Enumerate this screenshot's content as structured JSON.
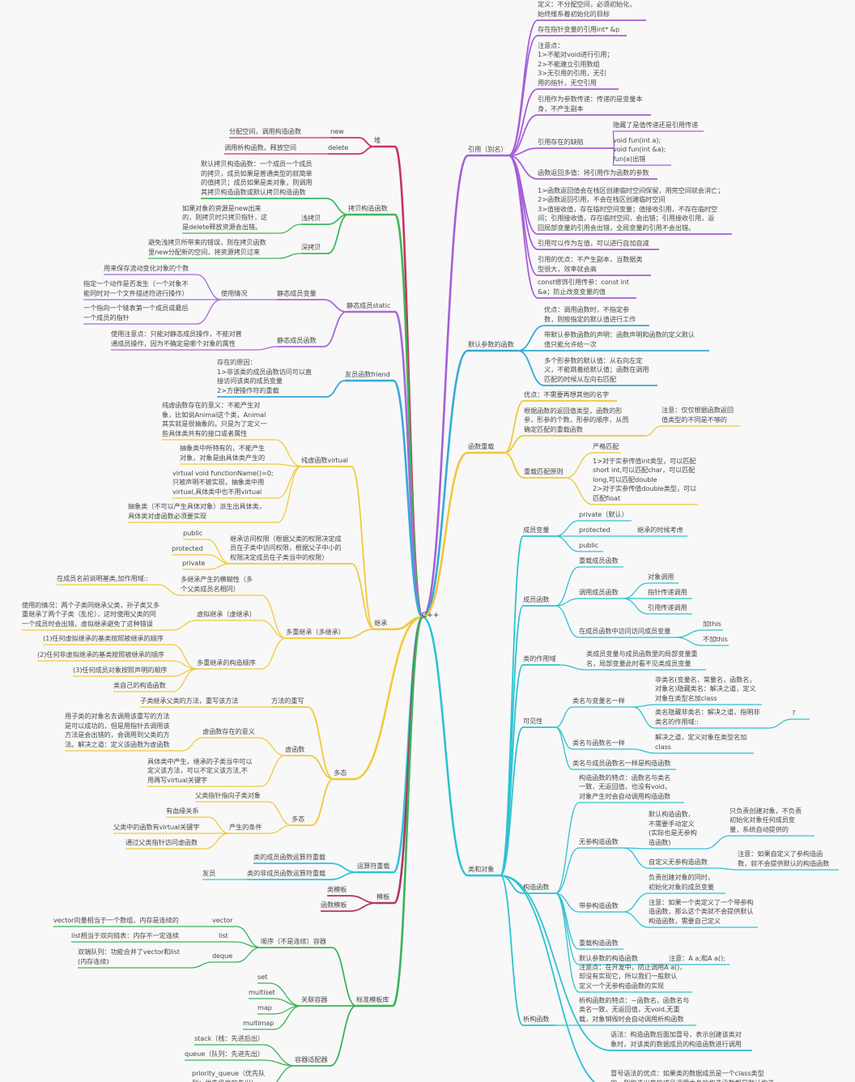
{
  "root": {
    "id": "root",
    "text": "C++"
  },
  "colors": {
    "ref": "#a55ed8",
    "def": "#37a8d8",
    "ovl": "#f0c63a",
    "cls": "#2ec2d2",
    "heap": "#c8335e",
    "copy": "#3db85a",
    "stat": "#a867d8",
    "friend": "#35a9dd",
    "inh": "#f2c93b",
    "op": "#2fc6d6",
    "tpl": "#b33462",
    "stl": "#3cb35a"
  },
  "nodes": [
    {
      "id": "ref",
      "text": "引用（别名）",
      "parent": "root",
      "color": "ref"
    },
    {
      "id": "r1",
      "text": "定义：不分配空间，必须初始化，\n始终维系着初始化的目标",
      "parent": "ref",
      "color": "ref"
    },
    {
      "id": "r2",
      "text": "存在指针变量的引用int* &p",
      "parent": "ref",
      "color": "ref"
    },
    {
      "id": "r3",
      "text": "注意点：\n1>不能对void进行引用；\n2>不能建立引用数组\n3>无引用的引用，无引\n用的指针，无空引用",
      "parent": "ref",
      "color": "ref"
    },
    {
      "id": "r4",
      "text": "引用作为参数传递：传递的是变量本\n身，不产生副本",
      "parent": "ref",
      "color": "ref"
    },
    {
      "id": "r5",
      "text": "引用存在的缺陷",
      "parent": "ref",
      "color": "ref"
    },
    {
      "id": "r5a",
      "text": "隐藏了是值传递还是引用传递",
      "parent": "r5",
      "color": "ref"
    },
    {
      "id": "r5b",
      "text": "void fun(int a);\nvoid fun(int &a);\nfun(a)出错",
      "parent": "r5",
      "color": "ref"
    },
    {
      "id": "r6",
      "text": "函数返回多值：将引用作为函数的参数",
      "parent": "ref",
      "color": "ref"
    },
    {
      "id": "r7",
      "text": "1>函数返回值会在栈区创建临时空间保留，用完空间就会消亡；\n2>函数返回引用，不会在栈区创建临时空间\n3>值接收值，存在临时空间变量；值接收引用，不存在临时空\n间；引用接收值，存在临时空间，会出错；引用接收引用，返\n回局部变量的引用会出错，全局变量的引用不会出错。",
      "parent": "ref",
      "color": "ref"
    },
    {
      "id": "r8",
      "text": "引用可以作为左值，可以进行自加自减",
      "parent": "ref",
      "color": "ref"
    },
    {
      "id": "r9",
      "text": "引用的优点：不产生副本，当数据类\n型很大，效率就会高",
      "parent": "ref",
      "color": "ref"
    },
    {
      "id": "r10",
      "text": "const修饰引用传参：const int\n&a；防止改变变量的值",
      "parent": "ref",
      "color": "ref"
    },
    {
      "id": "def",
      "text": "默认参数的函数",
      "parent": "root",
      "color": "def"
    },
    {
      "id": "d1",
      "text": "优点：调用函数时，不指定参\n数，则按指定的默认值进行工作",
      "parent": "def",
      "color": "def"
    },
    {
      "id": "d2",
      "text": "带默认参数函数的声明：函数声明和函数的定义默认\n值只能允许给一次",
      "parent": "def",
      "color": "def"
    },
    {
      "id": "d3",
      "text": "多个形参数的默认值：从右向左定\n义，不能跳着给默认值；函数在调用\n匹配的时候从左向右匹配",
      "parent": "def",
      "color": "def"
    },
    {
      "id": "ovl",
      "text": "函数重载",
      "parent": "root",
      "color": "ovl"
    },
    {
      "id": "o1",
      "text": "优点：不需要再想其他的名字",
      "parent": "ovl",
      "color": "ovl"
    },
    {
      "id": "o2",
      "text": "根据函数的返回值类型，函数的形\n参，形参的个数，形参的顺序，从而\n确定匹配的重载函数",
      "parent": "ovl",
      "color": "ovl"
    },
    {
      "id": "o2a",
      "text": "注意：仅仅根据函数返回\n值类型的不同是不够的",
      "parent": "o2",
      "color": "ovl"
    },
    {
      "id": "o3",
      "text": "重载匹配原则",
      "parent": "ovl",
      "color": "ovl"
    },
    {
      "id": "o3a",
      "text": "严格匹配",
      "parent": "o3",
      "color": "ovl"
    },
    {
      "id": "o3b",
      "text": "1>对于实参传值int类型，可以匹配\nshort int,可以匹配char，可以匹配\nlong,可以匹配double\n2>对于实参传值double类型，可以\n匹配float",
      "parent": "o3",
      "color": "ovl"
    },
    {
      "id": "cls",
      "text": "类和对象",
      "parent": "root",
      "color": "cls"
    },
    {
      "id": "c1",
      "text": "成员变量",
      "parent": "cls",
      "color": "cls"
    },
    {
      "id": "c1a",
      "text": "private（默认）",
      "parent": "c1",
      "color": "cls"
    },
    {
      "id": "c1b",
      "text": "protected",
      "parent": "c1",
      "color": "cls"
    },
    {
      "id": "c1b1",
      "text": "继承的时候考虑",
      "parent": "c1b",
      "color": "cls"
    },
    {
      "id": "c1c",
      "text": "public",
      "parent": "c1",
      "color": "cls"
    },
    {
      "id": "c2",
      "text": "成员函数",
      "parent": "cls",
      "color": "cls"
    },
    {
      "id": "c2a",
      "text": "重载成员函数",
      "parent": "c2",
      "color": "cls"
    },
    {
      "id": "c2b",
      "text": "调用成员函数",
      "parent": "c2",
      "color": "cls"
    },
    {
      "id": "c2b1",
      "text": "对象调用",
      "parent": "c2b",
      "color": "cls"
    },
    {
      "id": "c2b2",
      "text": "指针传递调用",
      "parent": "c2b",
      "color": "cls"
    },
    {
      "id": "c2b3",
      "text": "引用传递调用",
      "parent": "c2b",
      "color": "cls"
    },
    {
      "id": "c2c",
      "text": "在成员函数中访问访问成员变量",
      "parent": "c2",
      "color": "cls"
    },
    {
      "id": "c2c1",
      "text": "加this",
      "parent": "c2c",
      "color": "cls"
    },
    {
      "id": "c2c2",
      "text": "不加this",
      "parent": "c2c",
      "color": "cls"
    },
    {
      "id": "c3",
      "text": "类的作用域",
      "parent": "cls",
      "color": "cls"
    },
    {
      "id": "c3a",
      "text": "类成员变量与成员函数里的局部变量重\n名，局部变量此时看不见类成员变量",
      "parent": "c3",
      "color": "cls"
    },
    {
      "id": "c4",
      "text": "可见性",
      "parent": "cls",
      "color": "cls"
    },
    {
      "id": "c4a",
      "text": "类名与变量名一样",
      "parent": "c4",
      "color": "cls"
    },
    {
      "id": "c4a1",
      "text": "非类名(变量名，常量名，函数名，\n对象名)隐藏类名：解决之道，定义\n对象在类型名加class",
      "parent": "c4a",
      "color": "cls"
    },
    {
      "id": "c4a2",
      "text": "类名隐藏非类名：解决之道，指明非\n类名的作用域::",
      "parent": "c4a",
      "color": "cls"
    },
    {
      "id": "c4a2q",
      "text": "?",
      "parent": "c4a2",
      "color": "cls"
    },
    {
      "id": "c4b",
      "text": "类名与函数名一样",
      "parent": "c4",
      "color": "cls"
    },
    {
      "id": "c4b1",
      "text": "解决之道，定义对象在类型名加\nclass",
      "parent": "c4b",
      "color": "cls"
    },
    {
      "id": "c4c",
      "text": "类名与成员函数名一样是构造函数",
      "parent": "c4",
      "color": "cls"
    },
    {
      "id": "c5",
      "text": "构造函数",
      "parent": "cls",
      "color": "cls"
    },
    {
      "id": "c5a",
      "text": "构造函数的特点：函数名与类名\n一致，无返回值，也没有void，\n对象产生时会自动调用构造函数",
      "parent": "c5",
      "color": "cls"
    },
    {
      "id": "c5b",
      "text": "无参构造函数",
      "parent": "c5",
      "color": "cls"
    },
    {
      "id": "c5b1",
      "text": "默认构造函数，\n不需要手动定义\n(实际也是无参构\n造函数)",
      "parent": "c5b",
      "color": "cls"
    },
    {
      "id": "c5b1a",
      "text": "只负责创建对象，不负责\n初始化对象任何成员变\n量，系统自动提供的",
      "parent": "c5b1",
      "color": "cls"
    },
    {
      "id": "c5b2",
      "text": "自定义无参构造函数",
      "parent": "c5b",
      "color": "cls"
    },
    {
      "id": "c5b2a",
      "text": "注意：如果自定义了参构造函\n数，就不会提供默认的构造函数",
      "parent": "c5b2",
      "color": "cls"
    },
    {
      "id": "c5c",
      "text": "带参构造函数",
      "parent": "c5",
      "color": "cls"
    },
    {
      "id": "c5c1",
      "text": "负责创建对象的同时，\n初始化对象的成员变量",
      "parent": "c5c",
      "color": "cls"
    },
    {
      "id": "c5c2",
      "text": "注意：如果一个类定义了一个带参构\n造函数，那么这个类就不会提供默认\n构造函数，需要自己定义",
      "parent": "c5c",
      "color": "cls"
    },
    {
      "id": "c5d",
      "text": "重载构造函数",
      "parent": "c5",
      "color": "cls"
    },
    {
      "id": "c5e",
      "text": "默认参数的构造函数",
      "parent": "c5",
      "color": "cls"
    },
    {
      "id": "c5e1",
      "text": "注意：A a;和A a();",
      "parent": "c5e",
      "color": "cls"
    },
    {
      "id": "c5f",
      "text": "注意点：在开发中，防止调用A a()，\n却没有实现它，所以我们一般默认\n定义一个无参构造函数的实现",
      "parent": "c5",
      "color": "cls"
    },
    {
      "id": "c6",
      "text": "析构函数",
      "parent": "cls",
      "color": "cls"
    },
    {
      "id": "c6a",
      "text": "析构函数的特点：~函数名，函数名与\n类名一致，无返回值，无void,无重\n载，对象销毁时会自动调用析构函数",
      "parent": "c6",
      "color": "cls"
    },
    {
      "id": "c7a",
      "text": "语法：构造函数后面加冒号，表示创建该类对\n象时，对该类的数据成员的构造函数进行调用",
      "parent": "cls",
      "color": "cls"
    },
    {
      "id": "c7b",
      "text": "冒号语法的优点：如果类的数据成员是一个class类型\n的，则构造出来的成员调用本身的构造函数都是默认构造",
      "parent": "cls",
      "color": "cls"
    },
    {
      "id": "heap",
      "text": "堆",
      "parent": "root",
      "color": "heap"
    },
    {
      "id": "h1",
      "text": "new",
      "parent": "heap",
      "color": "heap"
    },
    {
      "id": "h1a",
      "text": "分配空间，调用构造函数",
      "parent": "h1",
      "color": "heap"
    },
    {
      "id": "h2",
      "text": "delete",
      "parent": "heap",
      "color": "heap"
    },
    {
      "id": "h2a",
      "text": "调用析构函数，释放空间",
      "parent": "h2",
      "color": "heap"
    },
    {
      "id": "copy",
      "text": "拷贝构造函数",
      "parent": "root",
      "color": "copy"
    },
    {
      "id": "k1",
      "text": "默认拷贝构造函数：一个成员一个成员\n的拷贝，成员如果是普通类型的就简单\n的值拷贝；成员如果是类对象，则调用\n其拷贝构造函数或默认拷贝构造函数",
      "parent": "copy",
      "color": "copy"
    },
    {
      "id": "k2",
      "text": "浅拷贝",
      "parent": "copy",
      "color": "copy"
    },
    {
      "id": "k2a",
      "text": "如果对象的资源是new出来\n的，则拷贝时只拷贝指针，这\n是delete释放资源会出错。",
      "parent": "k2",
      "color": "copy"
    },
    {
      "id": "k3",
      "text": "深拷贝",
      "parent": "copy",
      "color": "copy"
    },
    {
      "id": "k3a",
      "text": "避免浅拷贝所带来的错误，则在拷贝函数\n里new分配新的空间，将资源拷贝过来",
      "parent": "k3",
      "color": "copy"
    },
    {
      "id": "stat",
      "text": "静态成员static",
      "parent": "root",
      "color": "stat"
    },
    {
      "id": "s1",
      "text": "静态成员变量",
      "parent": "stat",
      "color": "stat"
    },
    {
      "id": "s1a",
      "text": "使用情况",
      "parent": "s1",
      "color": "stat"
    },
    {
      "id": "s1a1",
      "text": "用来保存流动变化对象的个数",
      "parent": "s1a",
      "color": "stat"
    },
    {
      "id": "s1a2",
      "text": "指定一个动作是否发生（一个对象不\n能同时对一个文件描述符进行操作）",
      "parent": "s1a",
      "color": "stat"
    },
    {
      "id": "s1a3",
      "text": "一个指向一个链表第一个成员或最后\n一个成员的指针",
      "parent": "s1a",
      "color": "stat"
    },
    {
      "id": "s2",
      "text": "静态成员函数",
      "parent": "stat",
      "color": "stat"
    },
    {
      "id": "s2a",
      "text": "使用注意点：只能对静态成员操作，不能对普\n通成员操作，因为不确定是哪个对象的属性",
      "parent": "s2",
      "color": "stat"
    },
    {
      "id": "friend",
      "text": "友员函数friend",
      "parent": "root",
      "color": "friend"
    },
    {
      "id": "f1",
      "text": "存在的原因：\n1>非该类的成员函数访问可以直\n接访问该类的成员变量\n2>方便操作符的重载",
      "parent": "friend",
      "color": "friend"
    },
    {
      "id": "inh",
      "text": "继承",
      "parent": "root",
      "color": "inh"
    },
    {
      "id": "i1",
      "text": "纯虚函数virtual",
      "parent": "inh",
      "color": "inh"
    },
    {
      "id": "i1a",
      "text": "纯虚函数存在的意义：不能产生对\n象，比如说Animal这个类，Animal\n其实就是很抽象的。只是为了定义一\n些具体类共有的接口或者属性",
      "parent": "i1",
      "color": "inh"
    },
    {
      "id": "i1b",
      "text": "抽象类中所特有的，不能产生\n对象，对象是由具体类产生的",
      "parent": "i1",
      "color": "inh"
    },
    {
      "id": "i1c",
      "text": "virtual void functionName()=0;\n只被声明不被实现，抽象类中用\nvirtual,具体类中也不用virtual",
      "parent": "i1",
      "color": "inh"
    },
    {
      "id": "i1d",
      "text": "抽象类（不可以产生具体对象）派生出具体类，\n具体类对虚函数必须要实现",
      "parent": "i1",
      "color": "inh"
    },
    {
      "id": "i2",
      "text": "继承访问权限（根据父类的权限决定成\n员在子类中访问权限，根据父子中小的\n权限决定成员在子类当中的权限）",
      "parent": "inh",
      "color": "inh"
    },
    {
      "id": "i2a",
      "text": "public",
      "parent": "i2",
      "color": "inh"
    },
    {
      "id": "i2b",
      "text": "protected",
      "parent": "i2",
      "color": "inh"
    },
    {
      "id": "i2c",
      "text": "private",
      "parent": "i2",
      "color": "inh"
    },
    {
      "id": "i3",
      "text": "多重继承（多继承）",
      "parent": "inh",
      "color": "inh"
    },
    {
      "id": "i3a",
      "text": "多继承产生的模糊性（多\n个父类成员名相同）",
      "parent": "i3",
      "color": "inh"
    },
    {
      "id": "i3a1",
      "text": "在成员名前说明基类,加作用域::",
      "parent": "i3a",
      "color": "inh"
    },
    {
      "id": "i3b",
      "text": "虚拟继承（虚继承）",
      "parent": "i3",
      "color": "inh"
    },
    {
      "id": "i3b1",
      "text": "使用的情况：两个子类同继承父类，孙子类又多\n重继承了两个子类（乱伦），这时使用父类的同\n一个成员时会出错，虚拟继承避免了这种错误",
      "parent": "i3b",
      "color": "inh"
    },
    {
      "id": "i3c",
      "text": "多重继承的构造顺序",
      "parent": "i3",
      "color": "inh"
    },
    {
      "id": "i3c1",
      "text": "(1)任何虚拟继承的基类按照被继承的顺序",
      "parent": "i3c",
      "color": "inh"
    },
    {
      "id": "i3c2",
      "text": "(2)任何非虚拟继承的基类按照被继承的顺序",
      "parent": "i3c",
      "color": "inh"
    },
    {
      "id": "i3c3",
      "text": "(3)任何成员对象按照声明的顺序",
      "parent": "i3c",
      "color": "inh"
    },
    {
      "id": "i3c4",
      "text": "类自己的构造函数",
      "parent": "i3c",
      "color": "inh"
    },
    {
      "id": "poly",
      "text": "多态",
      "parent": "root",
      "color": "inh"
    },
    {
      "id": "p1",
      "text": "方法的重写",
      "parent": "poly",
      "color": "inh"
    },
    {
      "id": "p1a",
      "text": "子类继承父类的方法，重写该方法",
      "parent": "p1",
      "color": "inh"
    },
    {
      "id": "p2",
      "text": "虚函数",
      "parent": "poly",
      "color": "inh"
    },
    {
      "id": "p2a",
      "text": "虚函数存在的意义",
      "parent": "p2",
      "color": "inh"
    },
    {
      "id": "p2a1",
      "text": "用子类的对象名去调用该重写的方法\n是可以成功的，但是用指针去调用该\n方法是会出错的，会调用到父类的方\n法。解决之道：定义该函数为虚函数",
      "parent": "p2a",
      "color": "inh"
    },
    {
      "id": "p2b",
      "text": "具体类中产生，继承的子类当中可以\n定义该方法，可以不定义该方法,不\n用再写virtual关键字",
      "parent": "p2",
      "color": "inh"
    },
    {
      "id": "p3",
      "text": "多态",
      "parent": "poly",
      "color": "inh"
    },
    {
      "id": "p3a",
      "text": "父类指针指向子类对象",
      "parent": "p3",
      "color": "inh"
    },
    {
      "id": "p3b",
      "text": "产生的条件",
      "parent": "p3",
      "color": "inh"
    },
    {
      "id": "p3b1",
      "text": "有血缘关系",
      "parent": "p3b",
      "color": "inh"
    },
    {
      "id": "p3b2",
      "text": "父类中的函数有virtual关键字",
      "parent": "p3b",
      "color": "inh"
    },
    {
      "id": "p3b3",
      "text": "通过父类指针访问虚函数",
      "parent": "p3b",
      "color": "inh"
    },
    {
      "id": "op",
      "text": "运算符重载",
      "parent": "root",
      "color": "op"
    },
    {
      "id": "op1",
      "text": "类的成员函数运算符重载",
      "parent": "op",
      "color": "op"
    },
    {
      "id": "op2",
      "text": "类的非成员函数运算符重载",
      "parent": "op",
      "color": "op"
    },
    {
      "id": "op2a",
      "text": "友员",
      "parent": "op2",
      "color": "op"
    },
    {
      "id": "tpl",
      "text": "模板",
      "parent": "root",
      "color": "tpl"
    },
    {
      "id": "t1",
      "text": "类模板",
      "parent": "tpl",
      "color": "tpl"
    },
    {
      "id": "t2",
      "text": "函数模板",
      "parent": "tpl",
      "color": "tpl"
    },
    {
      "id": "stl",
      "text": "标准模板库",
      "parent": "root",
      "color": "stl"
    },
    {
      "id": "l1",
      "text": "顺序（不是连续）容器",
      "parent": "stl",
      "color": "stl"
    },
    {
      "id": "l1a",
      "text": "vector",
      "parent": "l1",
      "color": "stl"
    },
    {
      "id": "l1a1",
      "text": "vector向量相当于一个数组，内存是连续的",
      "parent": "l1a",
      "color": "stl"
    },
    {
      "id": "l1b",
      "text": "list",
      "parent": "l1",
      "color": "stl"
    },
    {
      "id": "l1b1",
      "text": "list相当于双向链表：内存不一定连续",
      "parent": "l1b",
      "color": "stl"
    },
    {
      "id": "l1c",
      "text": "deque",
      "parent": "l1",
      "color": "stl"
    },
    {
      "id": "l1c1",
      "text": "双端队列：功能合并了vector和list\n(内存连续)",
      "parent": "l1c",
      "color": "stl"
    },
    {
      "id": "l2",
      "text": "关联容器",
      "parent": "stl",
      "color": "stl"
    },
    {
      "id": "l2a",
      "text": "set",
      "parent": "l2",
      "color": "stl"
    },
    {
      "id": "l2b",
      "text": "multiset",
      "parent": "l2",
      "color": "stl"
    },
    {
      "id": "l2c",
      "text": "map",
      "parent": "l2",
      "color": "stl"
    },
    {
      "id": "l2d",
      "text": "multimap",
      "parent": "l2",
      "color": "stl"
    },
    {
      "id": "l3",
      "text": "容器适配器",
      "parent": "stl",
      "color": "stl"
    },
    {
      "id": "l3a",
      "text": "stack（栈：先进后出）",
      "parent": "l3",
      "color": "stl"
    },
    {
      "id": "l3b",
      "text": "queue（队列：先进先出）",
      "parent": "l3",
      "color": "stl"
    },
    {
      "id": "l3c",
      "text": "priority_queue（优先队\n列：优先级高的先出）",
      "parent": "l3",
      "color": "stl"
    }
  ]
}
